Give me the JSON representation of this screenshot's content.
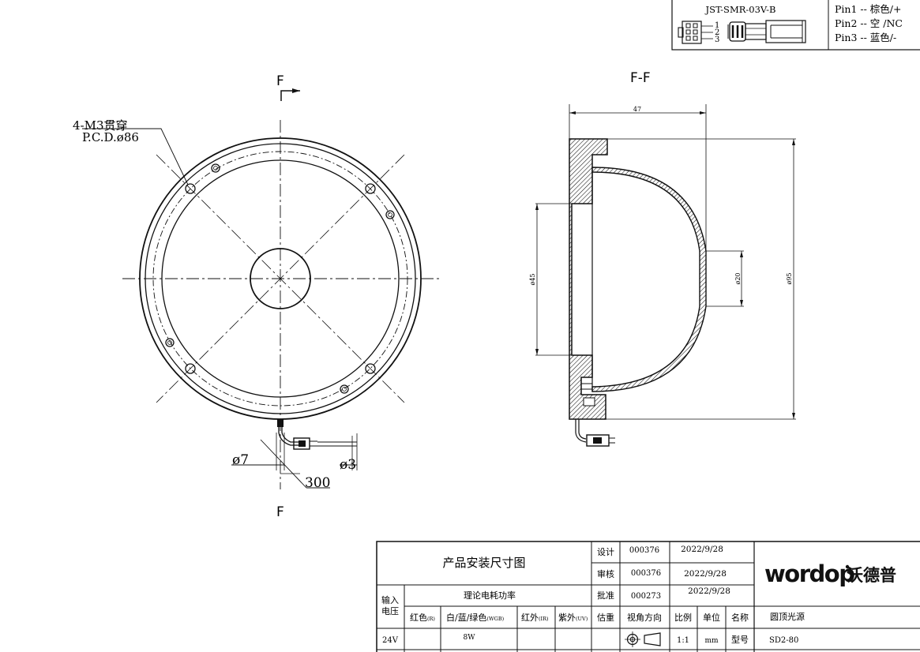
{
  "connector": {
    "part_no": "JST-SMR-03V-B",
    "pin_numbers": [
      "1",
      "2",
      "3"
    ],
    "pins": [
      "Pin1 -- 棕色/+",
      "Pin2 -- 空 /NC",
      "Pin3 -- 蓝色/-"
    ]
  },
  "front_view": {
    "section_mark": "F",
    "hole_note_line1": "4-M3贯穿",
    "hole_note_line2": "P.C.D.ø86",
    "cable_dia": "ø7",
    "cable_length": "300",
    "plug_dia": "ø3"
  },
  "section_view": {
    "title": "F-F",
    "dim_width": "47",
    "dim_bore": "ø45",
    "dim_top_hole": "ø20",
    "dim_outer": "ø95"
  },
  "title_block": {
    "drawing_title": "产品安装尺寸图",
    "design_label": "设计",
    "design_no": "000376",
    "design_date": "2022/9/28",
    "review_label": "审核",
    "review_no": "000376",
    "review_date": "2022/9/28",
    "approve_label": "批准",
    "approve_no": "000273",
    "approve_date": "2022/9/28",
    "input_voltage_label_1": "输入",
    "input_voltage_label_2": "电压",
    "power_label": "理论电耗功率",
    "red_label": "红色",
    "red_sub": "(R)",
    "rgb_label": "白/蓝/绿色",
    "rgb_sub": "(WGB)",
    "ir_label": "红外",
    "ir_sub": "(IR)",
    "uv_label": "紫外",
    "uv_sub": "(UV)",
    "weight_label": "估重",
    "view_label": "视角方向",
    "scale_label": "比例",
    "unit_label": "单位",
    "name_label": "名称",
    "product_name": "圆顶光源",
    "voltage": "24V",
    "power_rgb": "8W",
    "scale": "1:1",
    "unit": "mm",
    "model_label": "型号",
    "model": "SD2-80",
    "brand_latin": "wordop",
    "brand_cn": "沃德普"
  }
}
